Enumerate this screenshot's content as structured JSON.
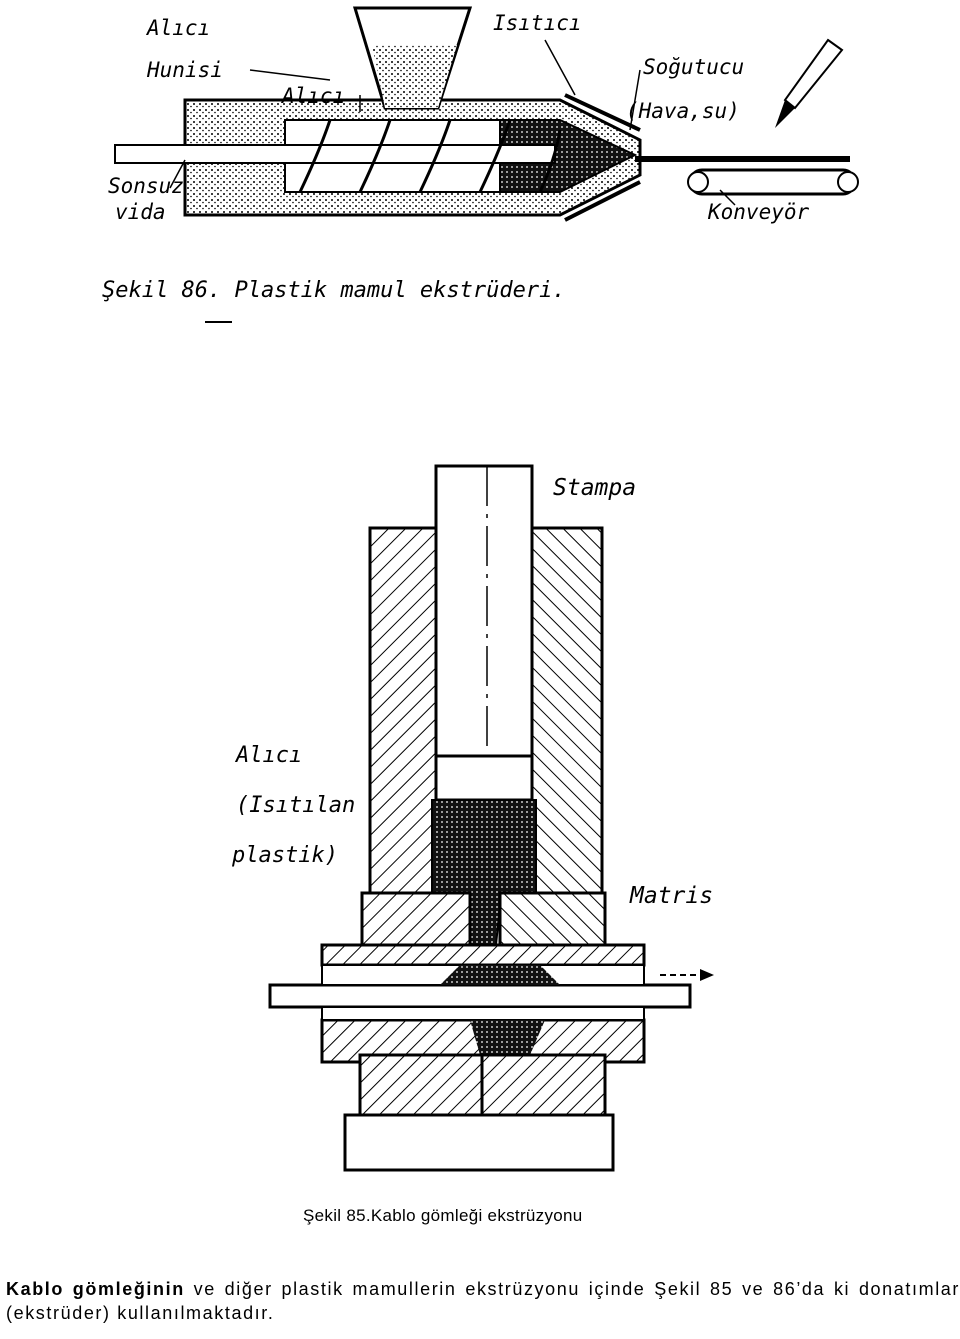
{
  "figure86": {
    "labels": {
      "alici_hunisi_1": "Alıcı",
      "alici_hunisi_2": "Hunisi",
      "alici": "Alıcı",
      "isitici": "Isıtıcı",
      "sogutucu_1": "Soğutucu",
      "sogutucu_2": "(Hava,su)",
      "sonsuz_1": "Sonsuz",
      "sonsuz_2": "vida",
      "konveyor": "Konveyör"
    },
    "caption": "Şekil 86. Plastik mamul ekstrüderi."
  },
  "figure85": {
    "labels": {
      "stampa": "Stampa",
      "alici_1": "Alıcı",
      "alici_2": "(Isıtılan",
      "alici_3": "plastik)",
      "matris": "Matris"
    },
    "caption": "Şekil 85.Kablo gömleği ekstrüzyonu"
  },
  "paragraph": {
    "bold": "Kablo gömleğinin",
    "rest": " ve diğer plastik mamullerin ekstrüzyonu içinde Şekil 85 ve 86’da ki donatımlar (ekstrüder) kullanılmaktadır."
  }
}
